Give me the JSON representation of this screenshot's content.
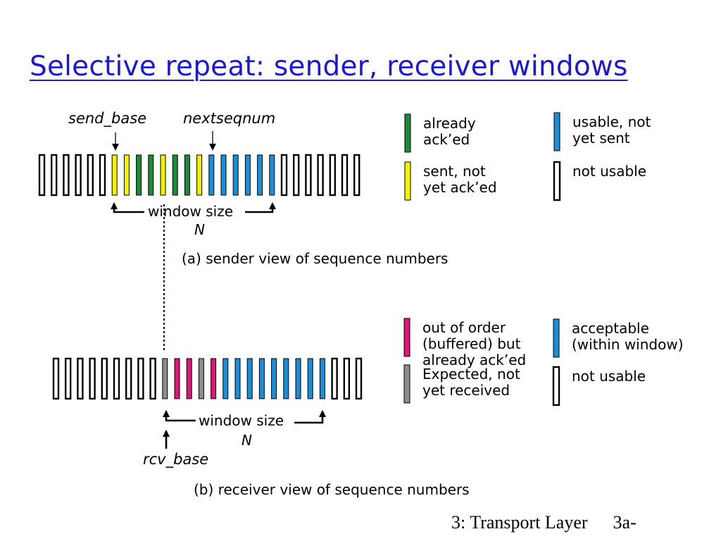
{
  "title": "Selective repeat: sender, receiver windows",
  "colors": {
    "acked": "#1e8a3c",
    "sent_not_acked": "#f4f400",
    "usable": "#1a8fd8",
    "out_of_order": "#e0157a",
    "expected": "#8c8c8c",
    "not_usable": "#ffffff",
    "title": "#1a1ad6"
  },
  "sender": {
    "send_base_label": "send_base",
    "nextseqnum_label": "nextseqnum",
    "window_size_label": "window size",
    "window_n_label": "N",
    "caption": "(a) sender view of sequence numbers",
    "slots": [
      "not_usable",
      "not_usable",
      "not_usable",
      "not_usable",
      "not_usable",
      "not_usable",
      "sent_not_acked",
      "sent_not_acked",
      "acked",
      "acked",
      "sent_not_acked",
      "acked",
      "acked",
      "sent_not_acked",
      "usable",
      "usable",
      "usable",
      "usable",
      "usable",
      "usable",
      "not_usable",
      "not_usable",
      "not_usable",
      "not_usable",
      "not_usable",
      "not_usable",
      "not_usable"
    ],
    "legend": {
      "acked": "already|ack’ed",
      "sent_not_acked": "sent, not|yet ack’ed",
      "usable": "usable, not|yet sent",
      "not_usable": "not usable"
    }
  },
  "receiver": {
    "rcv_base_label": "rcv_base",
    "window_size_label": "window size",
    "window_n_label": "N",
    "caption": "(b) receiver view of sequence numbers",
    "slots": [
      "not_usable",
      "not_usable",
      "not_usable",
      "not_usable",
      "not_usable",
      "not_usable",
      "not_usable",
      "not_usable",
      "not_usable",
      "expected",
      "out_of_order",
      "out_of_order",
      "expected",
      "out_of_order",
      "usable",
      "usable",
      "usable",
      "usable",
      "usable",
      "usable",
      "usable",
      "usable",
      "usable",
      "not_usable",
      "not_usable",
      "not_usable"
    ],
    "legend": {
      "out_of_order": "out of order|(buffered) but|already ack’ed",
      "expected": "Expected,  not|yet received",
      "usable": "acceptable|(within window)",
      "not_usable": "not usable"
    }
  },
  "footer": {
    "section": "3: Transport Layer",
    "page": "3a-"
  }
}
